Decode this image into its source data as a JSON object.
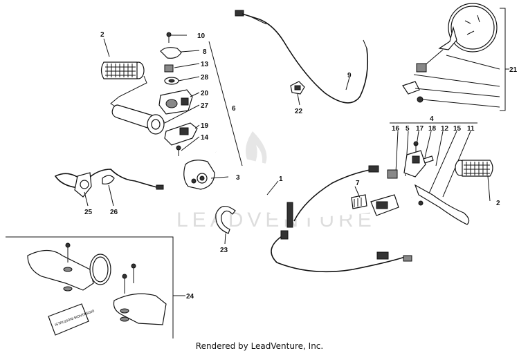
{
  "watermark": "LEADVENTURE",
  "footer_text": "Rendered by LeadVenture, Inc.",
  "booklet_text": "ISTRUZIONI MONTAGGIO",
  "callouts": {
    "c2a": "2",
    "c10": "10",
    "c8": "8",
    "c13": "13",
    "c28": "28",
    "c20": "20",
    "c27": "27",
    "c6": "6",
    "c19": "19",
    "c14": "14",
    "c3": "3",
    "c9": "9",
    "c22": "22",
    "c21": "21",
    "c4": "4",
    "c16": "16",
    "c5": "5",
    "c17": "17",
    "c18": "18",
    "c12": "12",
    "c15": "15",
    "c11": "11",
    "c1": "1",
    "c7": "7",
    "c2b": "2",
    "c25": "25",
    "c26": "26",
    "c23": "23",
    "c24": "24"
  }
}
